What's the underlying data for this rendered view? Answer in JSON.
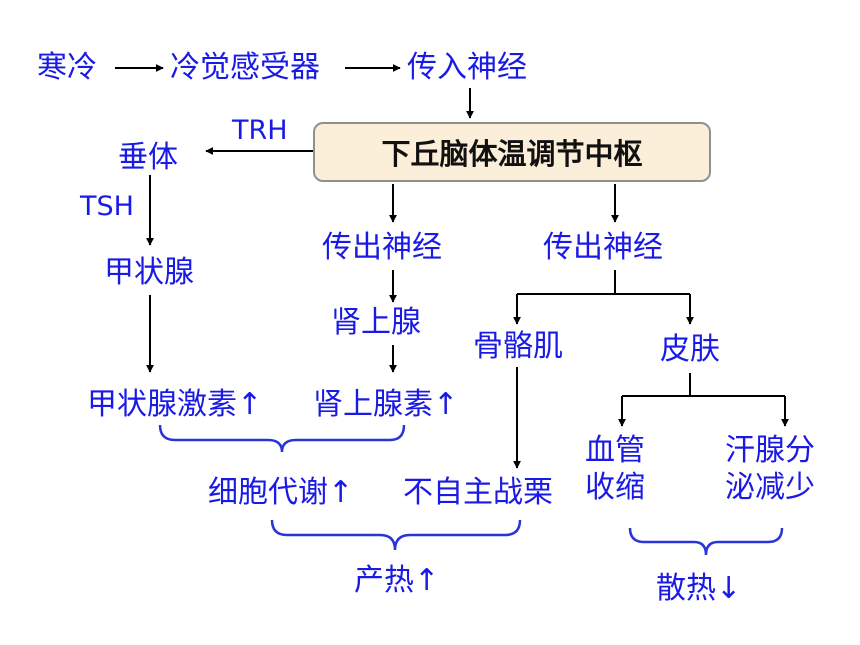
{
  "hub": "下丘脑体温调节中枢",
  "colors": {
    "text": "#1a1ae6",
    "hub_fill": "#fbefd9",
    "hub_border": "#8f8f8f",
    "brace": "#2a35d6",
    "arrow": "#000000"
  },
  "input_chain": [
    "寒冷",
    "冷觉感受器",
    "传入神经"
  ],
  "hormone_path": {
    "trh": "TRH",
    "pituitary": "垂体",
    "tsh": "TSH",
    "thyroid": "甲状腺",
    "thyroid_hormone": "甲状腺激素↑"
  },
  "adrenal_path": {
    "efferent": "传出神经",
    "adrenal": "肾上腺",
    "adrenal_hormone": "肾上腺素↑"
  },
  "right_path": {
    "efferent": "传出神经",
    "muscle": "骨骼肌",
    "skin": "皮肤",
    "vessels_line1": "血管",
    "vessels_line2": "收缩",
    "sweat_line1": "汗腺分",
    "sweat_line2": "泌减少"
  },
  "effects": {
    "metabolism": "细胞代谢↑",
    "shivering": "不自主战栗",
    "heat_production": "产热↑",
    "heat_loss": "散热↓"
  }
}
